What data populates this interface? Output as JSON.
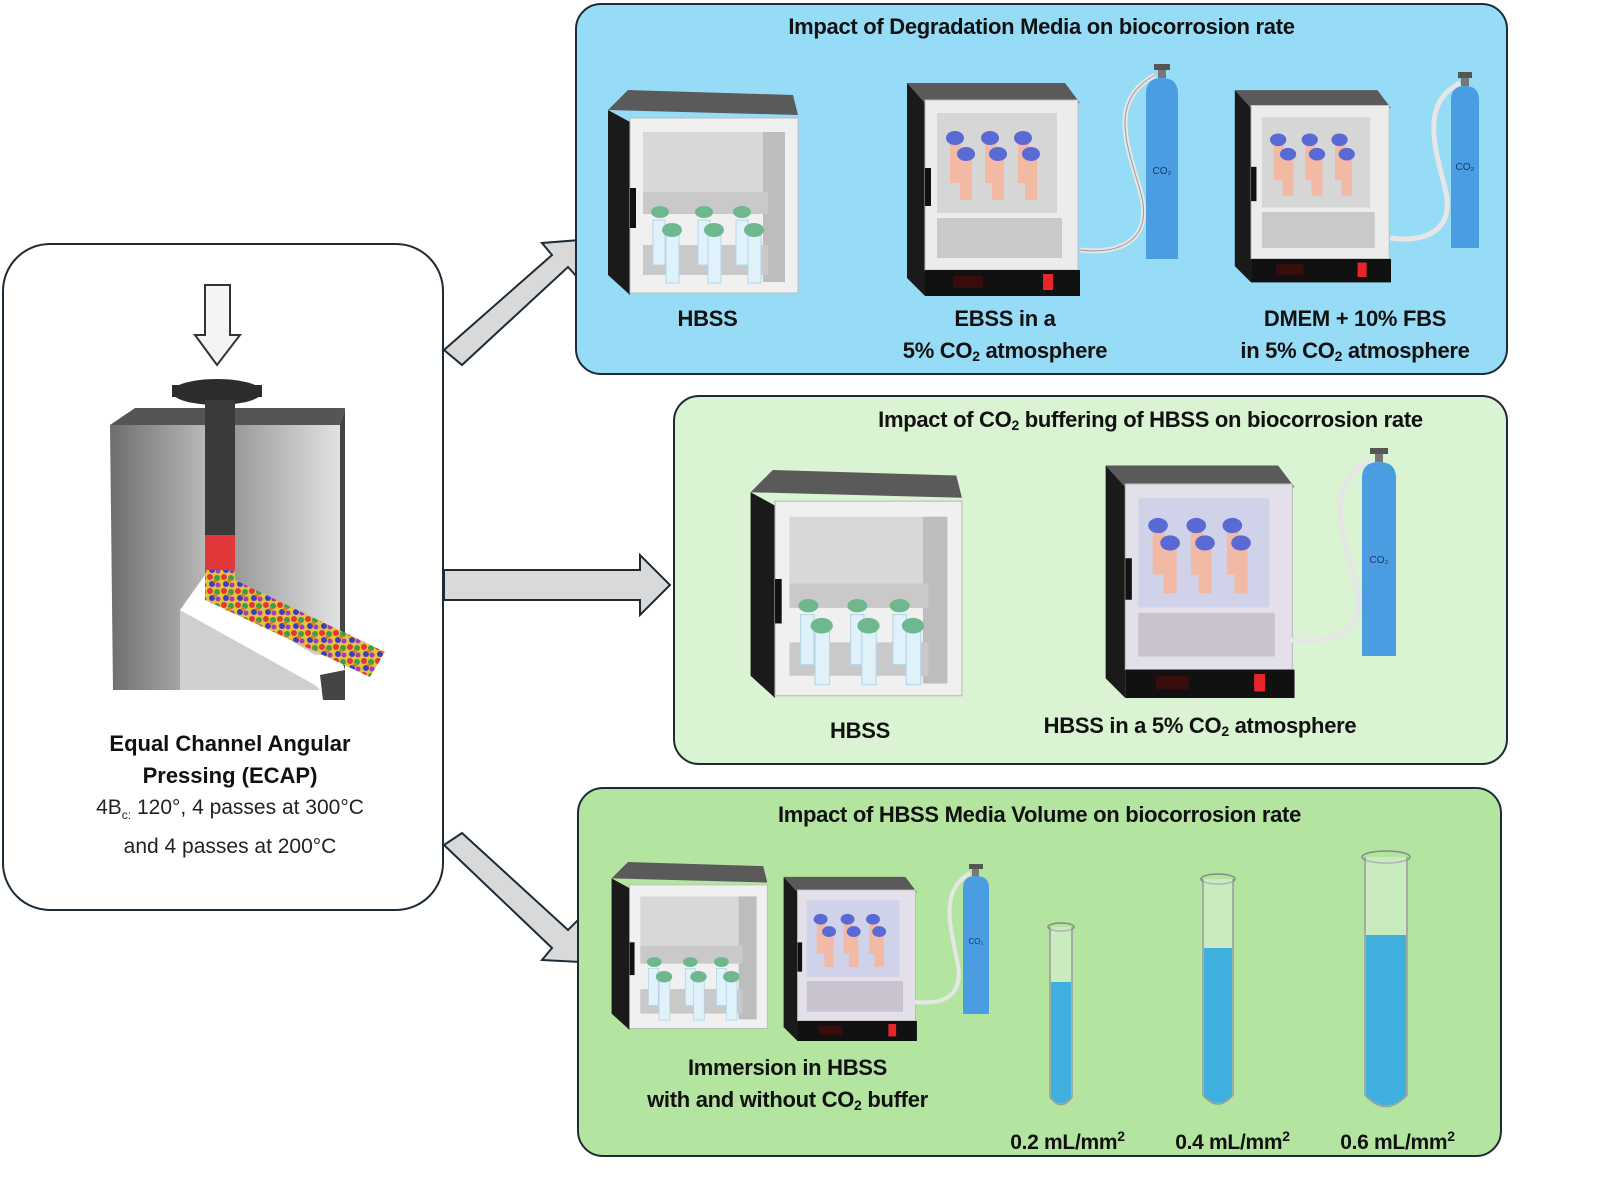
{
  "colors": {
    "panel_media_bg": "#97dcf6",
    "panel_co2_bg": "#daf3d2",
    "panel_volume_bg": "#b3e5a0",
    "border": "#1d2b36",
    "arrow_fill": "#d9d9d9",
    "tube_liquid": "#3fb0de",
    "cap_green": "#6fb88f",
    "cap_purple": "#5a6ad4",
    "tube_pink": "#f2b9a4",
    "cylinder_blue": "#4a9de0"
  },
  "ecap": {
    "title_line1": "Equal Channel Angular",
    "title_line2": "Pressing (ECAP)",
    "route": "4B",
    "route_sub": "c:",
    "params_line1_rest": " 120°, 4 passes at 300°C",
    "params_line2": "and 4 passes at 200°C",
    "icon": "ecap-die-icon"
  },
  "panels": {
    "media": {
      "title": "Impact of Degradation Media on biocorrosion rate",
      "items": [
        {
          "line1": "HBSS",
          "line2": "",
          "icon": "incubator-icon"
        },
        {
          "line1": "EBSS in a",
          "line2_pre": "5% CO",
          "line2_sub": "2",
          "line2_post": " atmosphere",
          "icon": "co2-incubator-icon"
        },
        {
          "line1": "DMEM + 10% FBS",
          "line2_pre": "in 5% CO",
          "line2_sub": "2",
          "line2_post": " atmosphere",
          "icon": "co2-incubator-icon"
        }
      ]
    },
    "co2": {
      "title_pre": "Impact of CO",
      "title_sub": "2",
      "title_post": " buffering of HBSS on biocorrosion rate",
      "items": [
        {
          "line1": "HBSS",
          "icon": "incubator-icon"
        },
        {
          "line1_pre": "HBSS in a 5% CO",
          "line1_sub": "2",
          "line1_post": " atmosphere",
          "icon": "co2-incubator-icon"
        }
      ]
    },
    "volume": {
      "title": "Impact of HBSS Media Volume on biocorrosion rate",
      "immersion_line1": "Immersion in HBSS",
      "immersion_line2_pre": "with and without CO",
      "immersion_line2_sub": "2",
      "immersion_line2_post": " buffer",
      "tubes": [
        {
          "value": "0.2 mL/mm",
          "sup": "2"
        },
        {
          "value": "0.4 mL/mm",
          "sup": "2"
        },
        {
          "value": "0.6 mL/mm",
          "sup": "2"
        }
      ]
    }
  },
  "cylinder_label": "CO₂"
}
